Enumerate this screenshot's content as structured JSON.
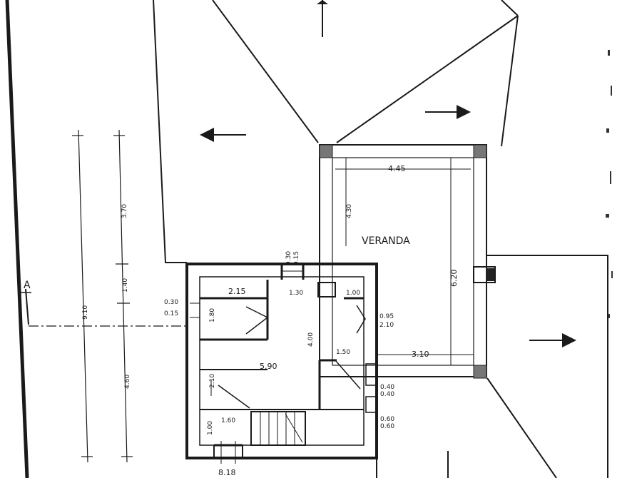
{
  "plan": {
    "room_label": "VERANDA",
    "section_marker": "A",
    "dimensions": {
      "veranda_width": "4.45",
      "veranda_depth": "4.30",
      "veranda_side": "6.20",
      "veranda_lower": "3.10",
      "left_outer_total": "9.10",
      "left_upper": "3.70",
      "left_middle": "1.40",
      "left_lower": "4.60",
      "room_left_width": "2.15",
      "room_center_width": "1.30",
      "room_right_width": "1.00",
      "house_width": "5.90",
      "house_inner_height": "4.00",
      "stair_width": "1.60",
      "center_opening": "1.50",
      "wall_left_a": "0.30",
      "wall_left_b": "0.15",
      "wall_top_a": "0.30",
      "wall_top_b": "0.15",
      "room_left_height": "1.80",
      "room_lower_left_height": "2.10",
      "stair_small": "1.00",
      "door_right_a": "0.95",
      "door_right_b": "2.10",
      "win_a": "0.40",
      "win_b": "0.40",
      "win_c": "0.60",
      "win_d": "0.60",
      "bottom_stub": "8.18"
    }
  }
}
